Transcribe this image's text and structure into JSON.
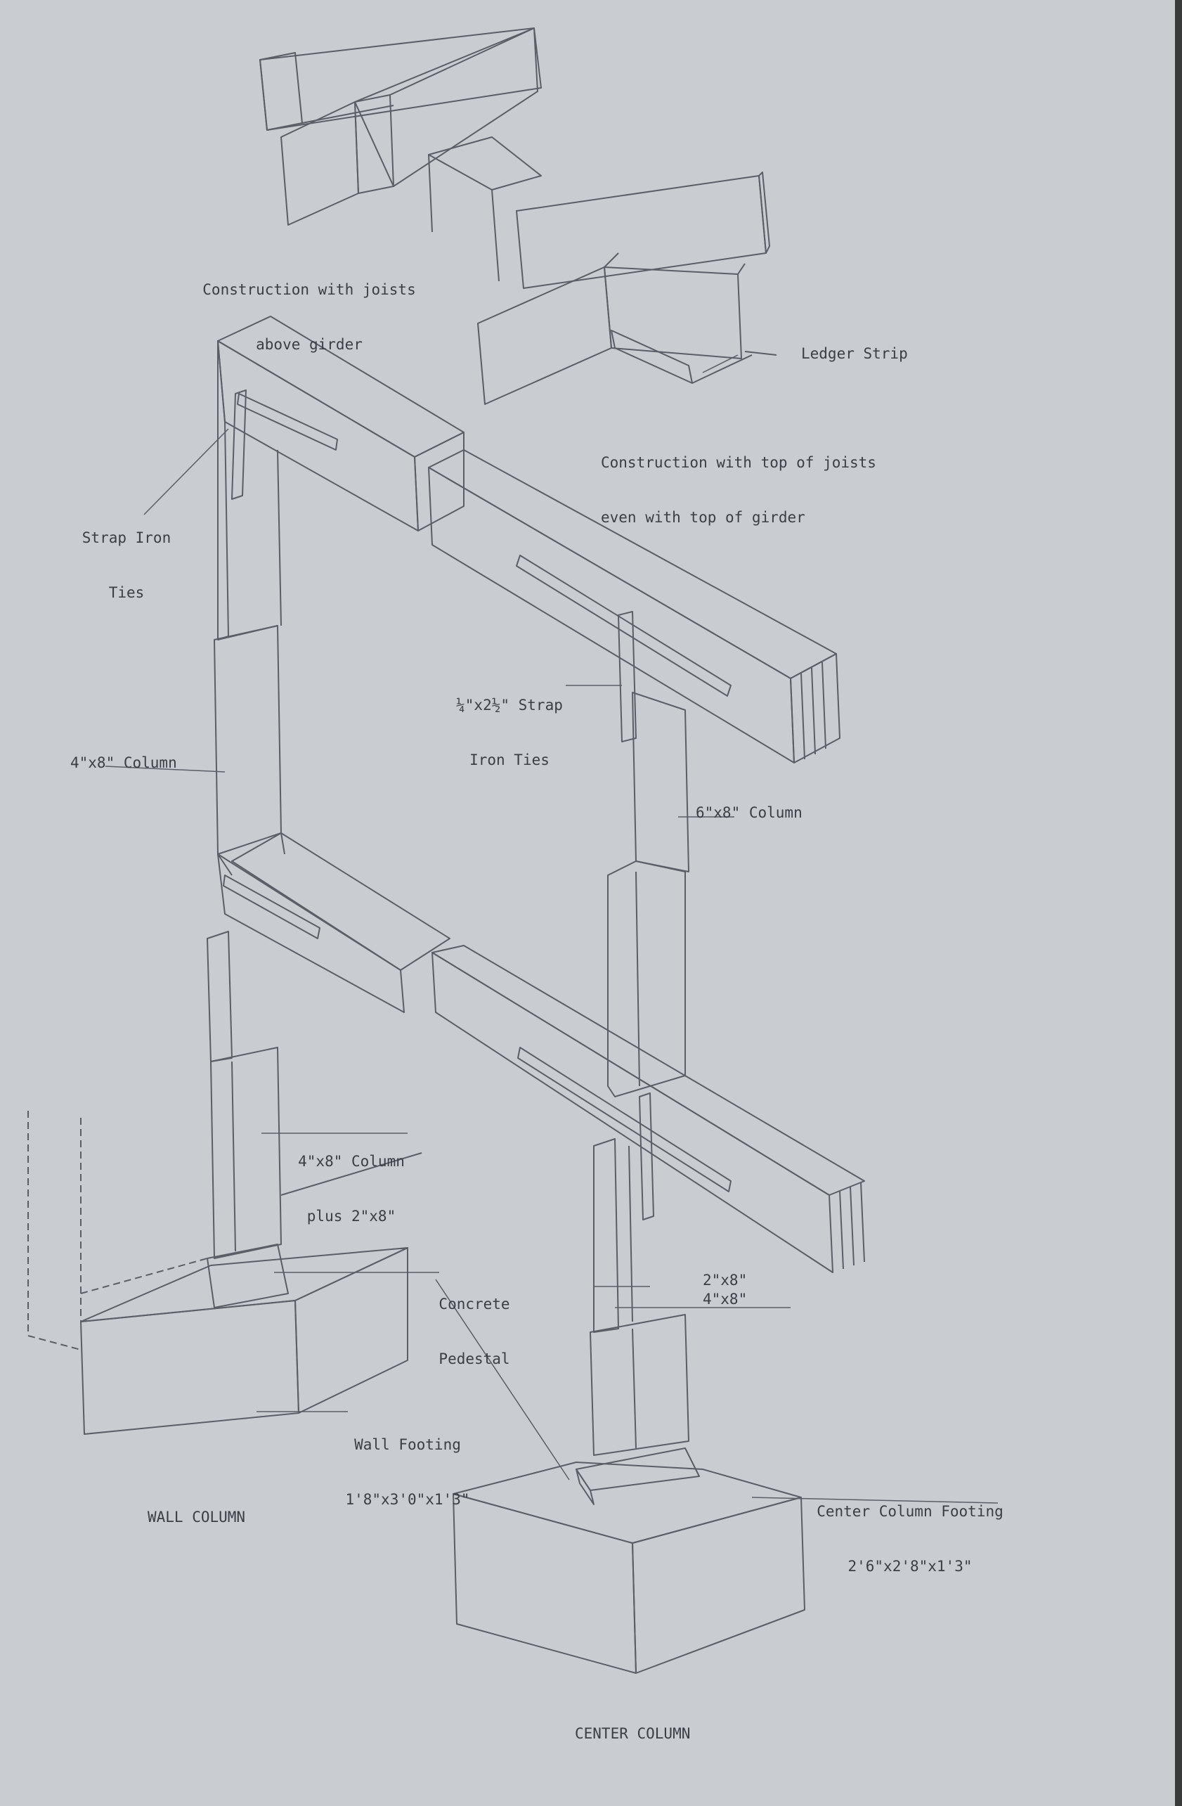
{
  "labels": {
    "joists_above_l1": "Construction with joists",
    "joists_above_l2": "above girder",
    "ledger_strip": "Ledger Strip",
    "even_top_l1": "Construction with top of joists",
    "even_top_l2": "even with top of girder",
    "strap_iron_l1": "Strap Iron",
    "strap_iron_l2": "Ties",
    "strap_size_l1": "¼\"x2½\" Strap",
    "strap_size_l2": "Iron Ties",
    "col_4x8": "4\"x8\" Column",
    "col_6x8": "6\"x8\" Column",
    "col_plus_l1": "4\"x8\" Column",
    "col_plus_l2": "plus 2\"x8\"",
    "pedestal_l1": "Concrete",
    "pedestal_l2": "Pedestal",
    "dim_2x8": "2\"x8\"",
    "dim_4x8": "4\"x8\"",
    "wall_footing_l1": "Wall Footing",
    "wall_footing_l2": "1'8\"x3'0\"x1'3\"",
    "center_footing_l1": "Center Column Footing",
    "center_footing_l2": "2'6\"x2'8\"x1'3\"",
    "wall_column": "WALL COLUMN",
    "center_column": "CENTER COLUMN"
  },
  "colors": {
    "paper": "#c9ccd0",
    "pencil": "#5a5e66",
    "ink": "#3a3e45"
  }
}
